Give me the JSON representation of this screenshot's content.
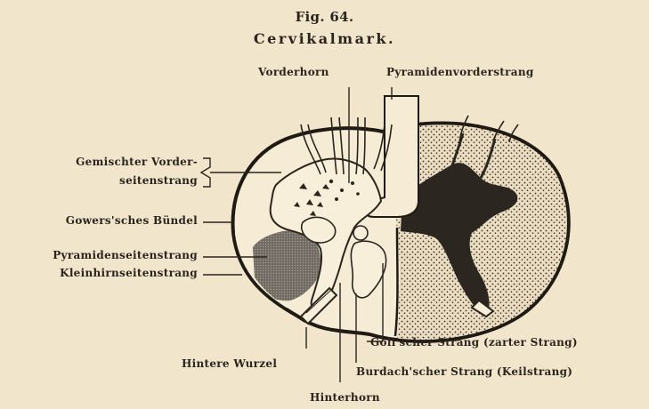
{
  "figure": {
    "number": "Fig. 64.",
    "title": "Cervikalmark."
  },
  "labels": {
    "vorderhorn": "Vorderhorn",
    "pyramidenvorderstrang": "Pyramidenvorderstrang",
    "gemischter_line1": "Gemischter Vorder-",
    "gemischter_line2": "seitenstrang",
    "gowers": "Gowers'sches Bündel",
    "pyramidenseitenstrang": "Pyramidenseitenstrang",
    "kleinhirnseitenstrang": "Kleinhirnseitenstrang",
    "hintere_wurzel": "Hintere Wurzel",
    "goll": "Goll'scher Strang (zarter Strang)",
    "burdach": "Burdach'scher Strang (Keilstrang)",
    "hinterhorn": "Hinterhorn"
  }
}
